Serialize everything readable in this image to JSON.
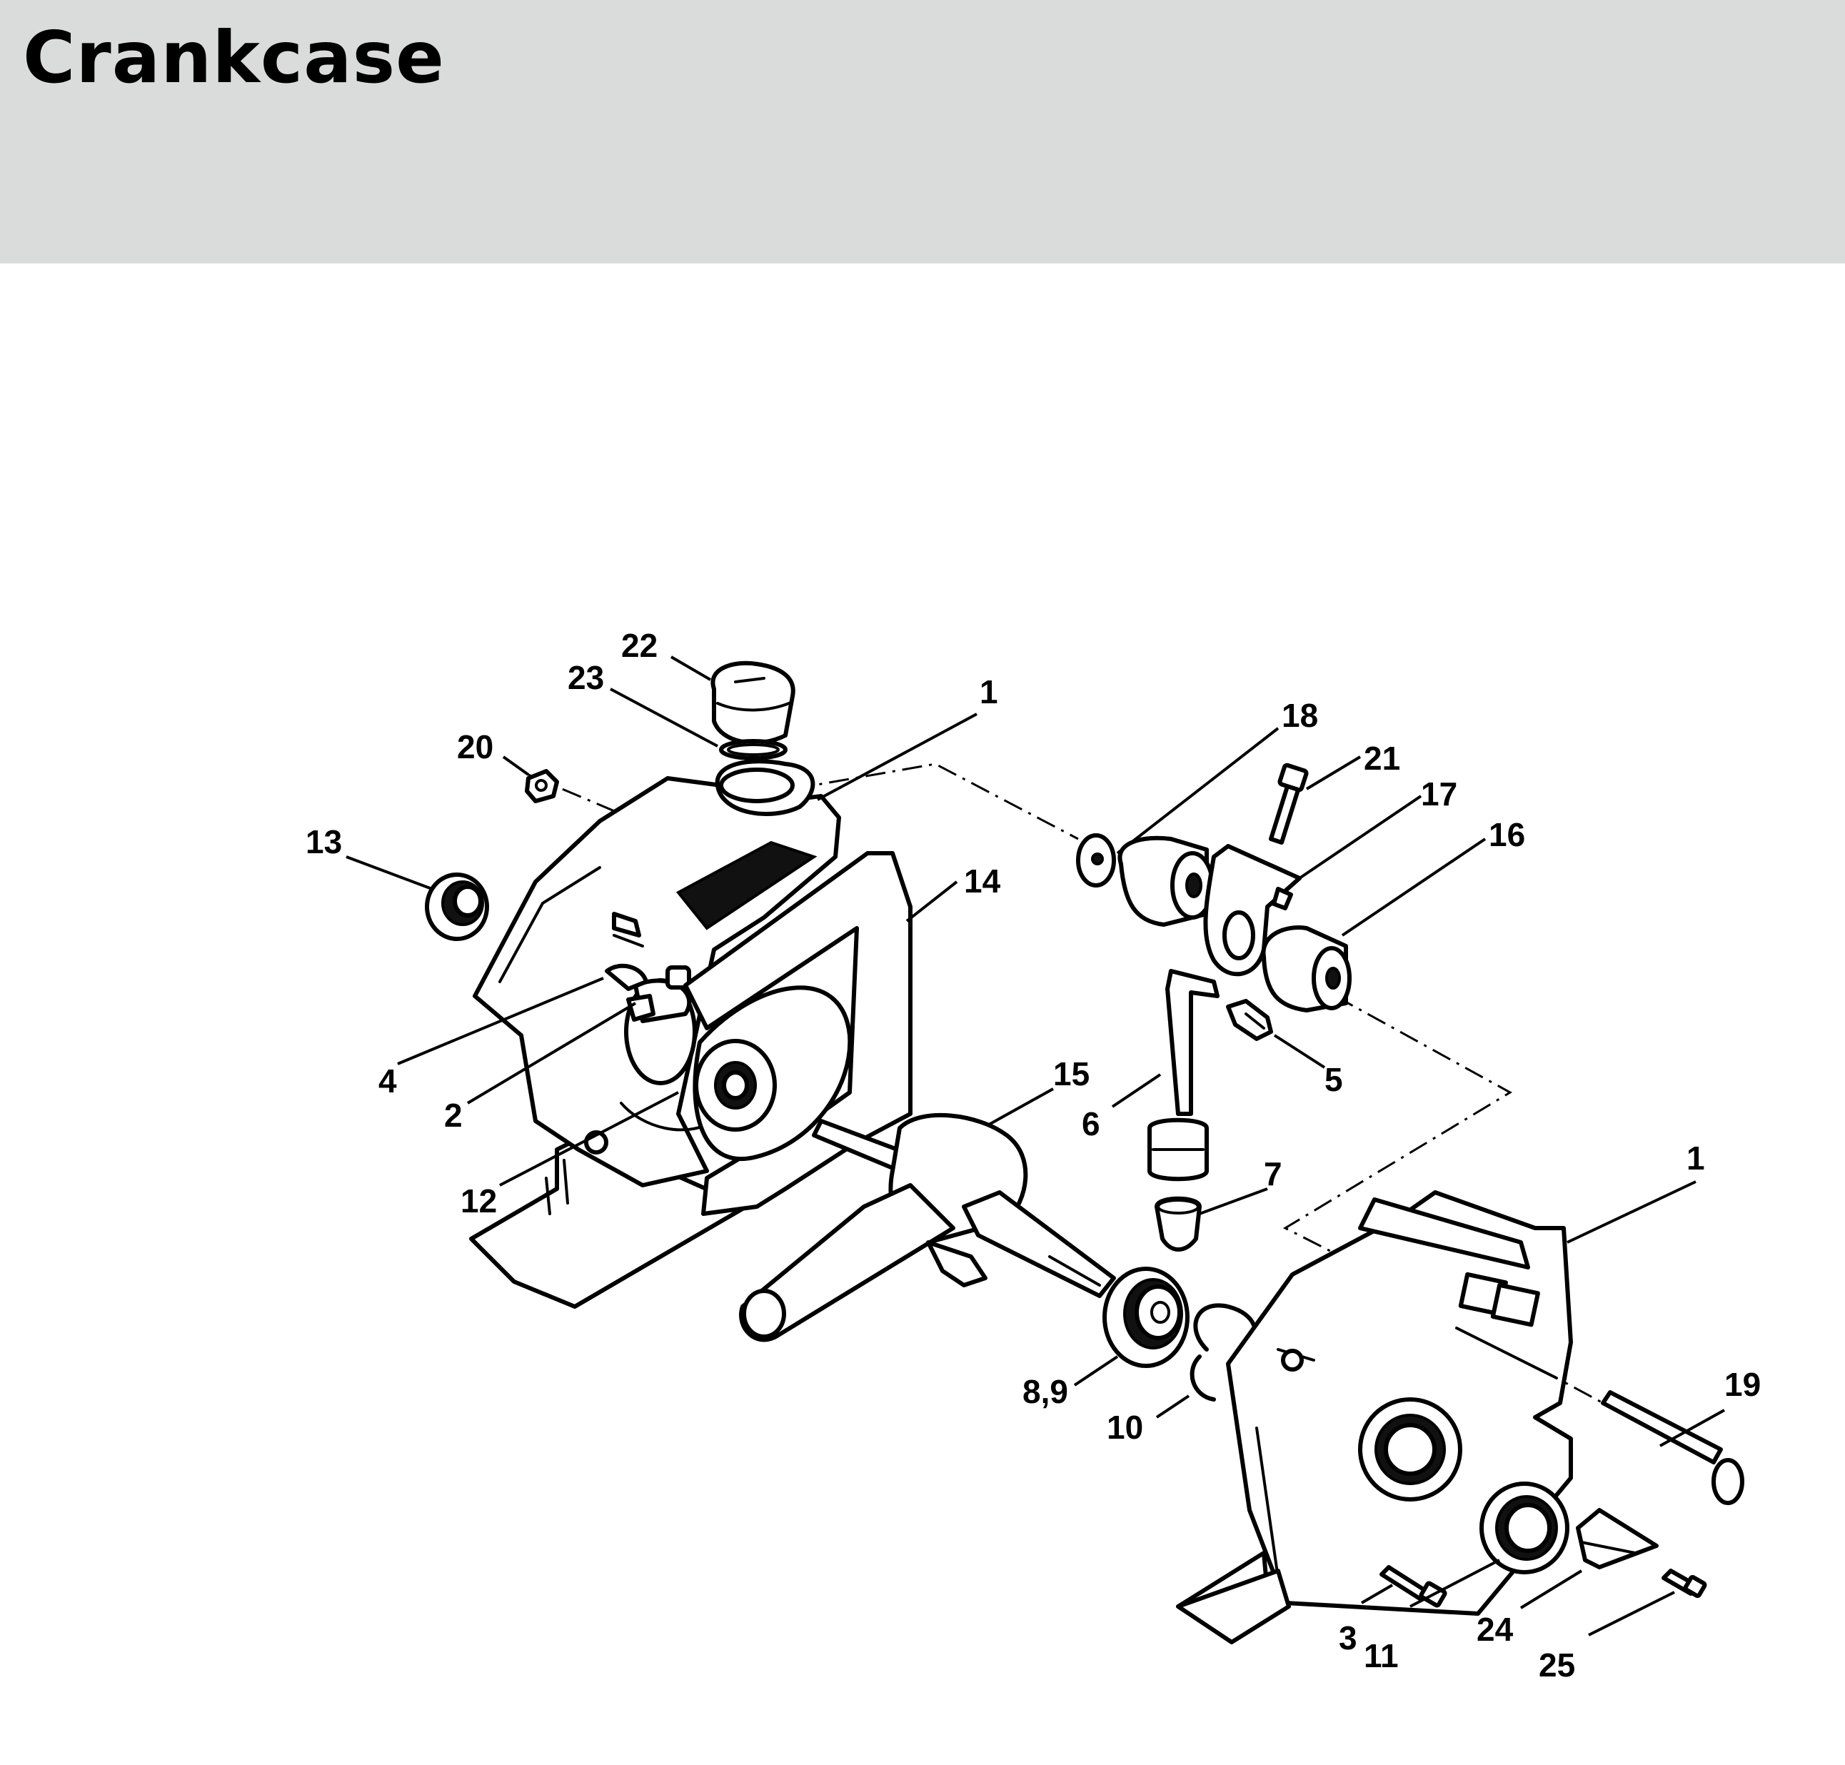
{
  "header": {
    "title": "Crankcase",
    "background": "#dadcdb"
  },
  "callouts": [
    {
      "id": "22",
      "text": "22"
    },
    {
      "id": "23",
      "text": "23"
    },
    {
      "id": "1a",
      "text": "1"
    },
    {
      "id": "20",
      "text": "20"
    },
    {
      "id": "13",
      "text": "13"
    },
    {
      "id": "18",
      "text": "18"
    },
    {
      "id": "21",
      "text": "21"
    },
    {
      "id": "17",
      "text": "17"
    },
    {
      "id": "16",
      "text": "16"
    },
    {
      "id": "14",
      "text": "14"
    },
    {
      "id": "4",
      "text": "4"
    },
    {
      "id": "2",
      "text": "2"
    },
    {
      "id": "5",
      "text": "5"
    },
    {
      "id": "15",
      "text": "15"
    },
    {
      "id": "6",
      "text": "6"
    },
    {
      "id": "12",
      "text": "12"
    },
    {
      "id": "7",
      "text": "7"
    },
    {
      "id": "1b",
      "text": "1"
    },
    {
      "id": "8_9",
      "text": "8,9"
    },
    {
      "id": "10",
      "text": "10"
    },
    {
      "id": "19",
      "text": "19"
    },
    {
      "id": "3",
      "text": "3"
    },
    {
      "id": "11",
      "text": "11"
    },
    {
      "id": "24",
      "text": "24"
    },
    {
      "id": "25",
      "text": "25"
    }
  ]
}
